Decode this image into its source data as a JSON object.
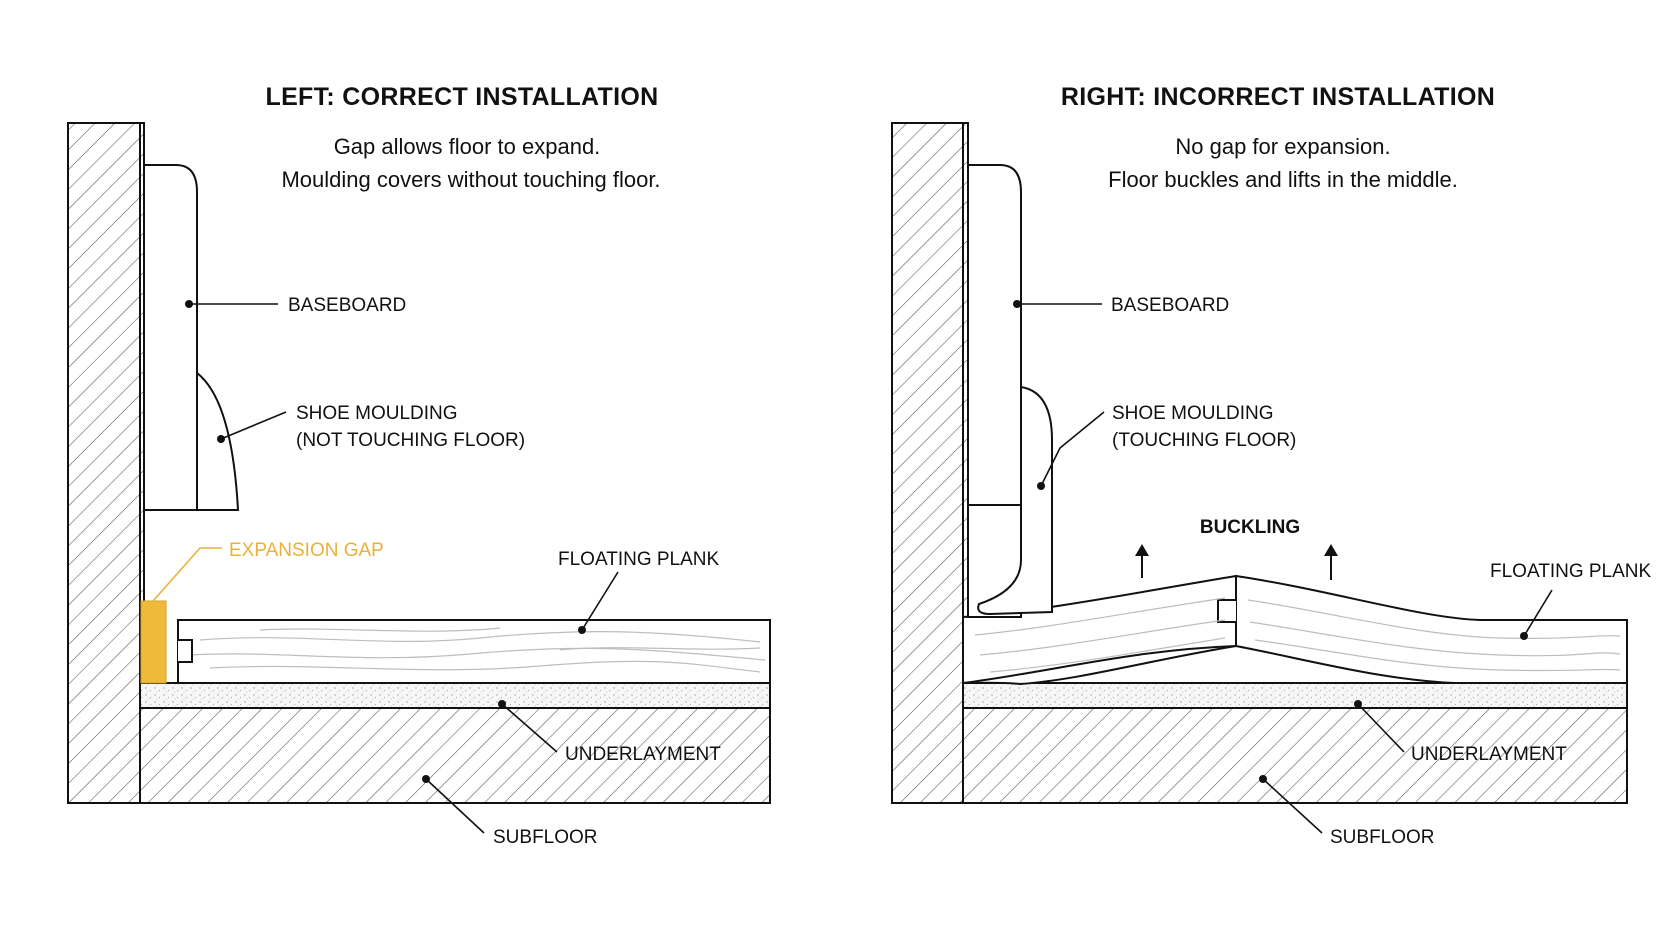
{
  "colors": {
    "ink": "#111111",
    "expansion_gap": "#f0b93a",
    "expansion_label": "#e8b23a",
    "wood_grain": "#bdbdbd",
    "underlayment_speckle": "#9a9a9a"
  },
  "left_panel": {
    "title": "LEFT: CORRECT INSTALLATION",
    "caption_line1": "Gap allows floor to expand.",
    "caption_line2": "Moulding covers without touching floor.",
    "labels": {
      "baseboard": "BASEBOARD",
      "shoe_moulding_line1": "SHOE MOULDING",
      "shoe_moulding_line2": "(NOT TOUCHING FLOOR)",
      "expansion_gap": "EXPANSION GAP",
      "floating_plank": "FLOATING PLANK",
      "underlayment": "UNDERLAYMENT",
      "subfloor": "SUBFLOOR"
    }
  },
  "right_panel": {
    "title": "RIGHT: INCORRECT INSTALLATION",
    "caption_line1": "No gap for expansion.",
    "caption_line2": "Floor buckles and lifts in the middle.",
    "labels": {
      "baseboard": "BASEBOARD",
      "shoe_moulding_line1": "SHOE MOULDING",
      "shoe_moulding_line2": "(TOUCHING FLOOR)",
      "buckling": "BUCKLING",
      "floating_plank": "FLOATING PLANK",
      "underlayment": "UNDERLAYMENT",
      "subfloor": "SUBFLOOR"
    }
  }
}
